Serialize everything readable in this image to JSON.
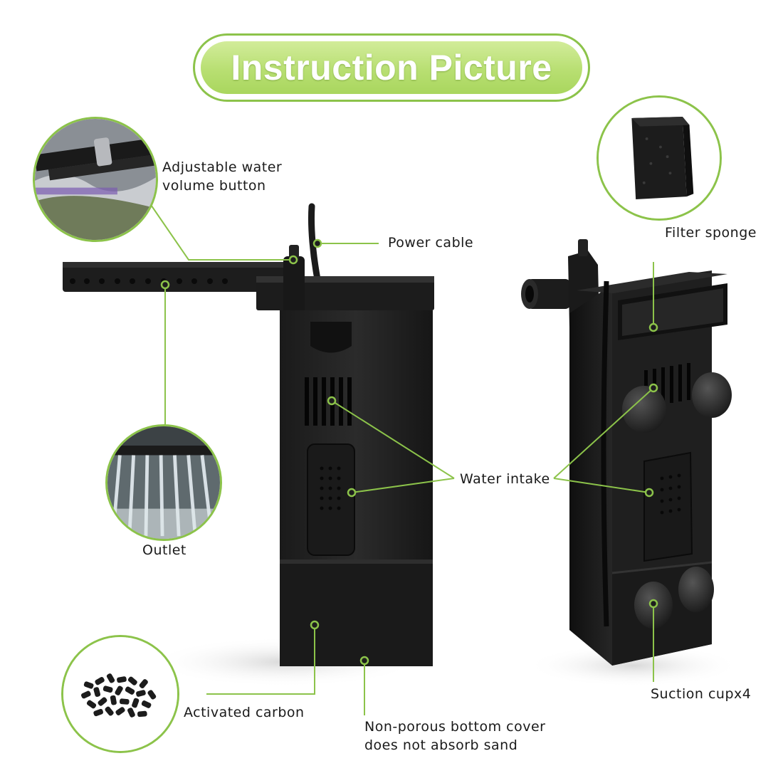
{
  "title": "Instruction Picture",
  "colors": {
    "accent_green": "#8cc34a",
    "title_fill": "#b8df72",
    "product_black": "#1f1f1f"
  },
  "labels": {
    "adjustable_line1": "Adjustable water",
    "adjustable_line2": "volume button",
    "power_cable": "Power cable",
    "outlet": "Outlet",
    "water_intake": "Water intake",
    "activated_carbon": "Activated carbon",
    "bottom_cover_line1": "Non-porous bottom cover",
    "bottom_cover_line2": "does not absorb sand",
    "filter_sponge": "Filter sponge",
    "suction_cup": "Suction cupx4"
  },
  "icons": [
    "adjustable-valve-photo",
    "outlet-spray-photo",
    "carbon-pellets-photo",
    "filter-sponge-photo"
  ]
}
